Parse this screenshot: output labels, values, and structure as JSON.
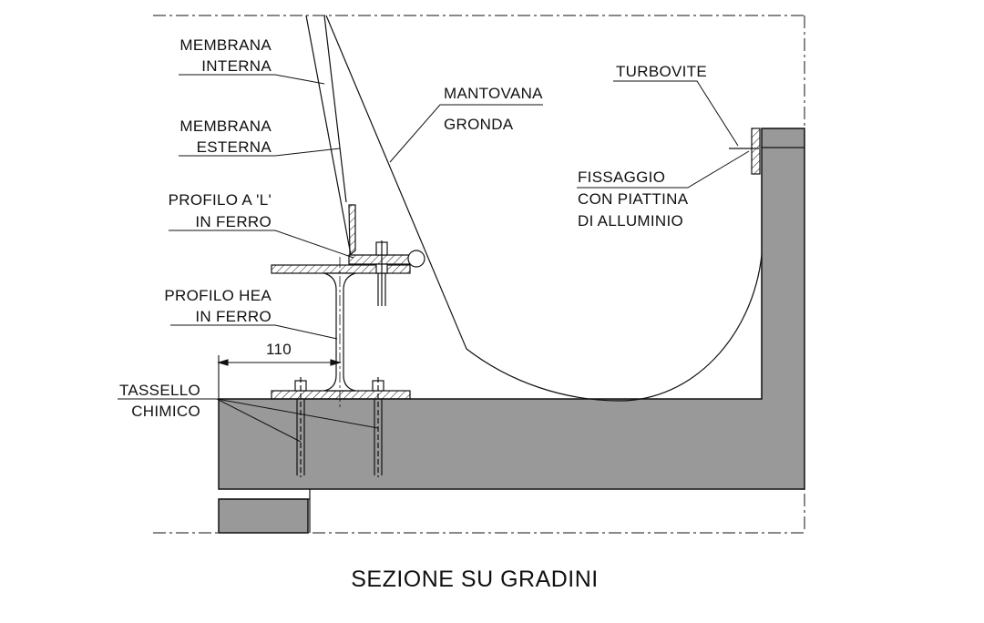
{
  "title": "SEZIONE SU GRADINI",
  "labels": {
    "membrana_interna": [
      "MEMBRANA",
      "INTERNA"
    ],
    "membrana_esterna": [
      "MEMBRANA",
      "ESTERNA"
    ],
    "profilo_l": [
      "PROFILO A 'L'",
      "IN FERRO"
    ],
    "profilo_hea": [
      "PROFILO HEA",
      "IN FERRO"
    ],
    "dimension": "110",
    "tassello": [
      "TASSELLO",
      "CHIMICO"
    ],
    "mantovana": [
      "MANTOVANA",
      "GRONDA"
    ],
    "turbovite": "TURBOVITE",
    "fissaggio": [
      "FISSAGGIO",
      "CON PIATTINA",
      "DI ALLUMINIO"
    ]
  },
  "colors": {
    "concrete": "#999999",
    "line": "#111111",
    "background": "#ffffff"
  }
}
